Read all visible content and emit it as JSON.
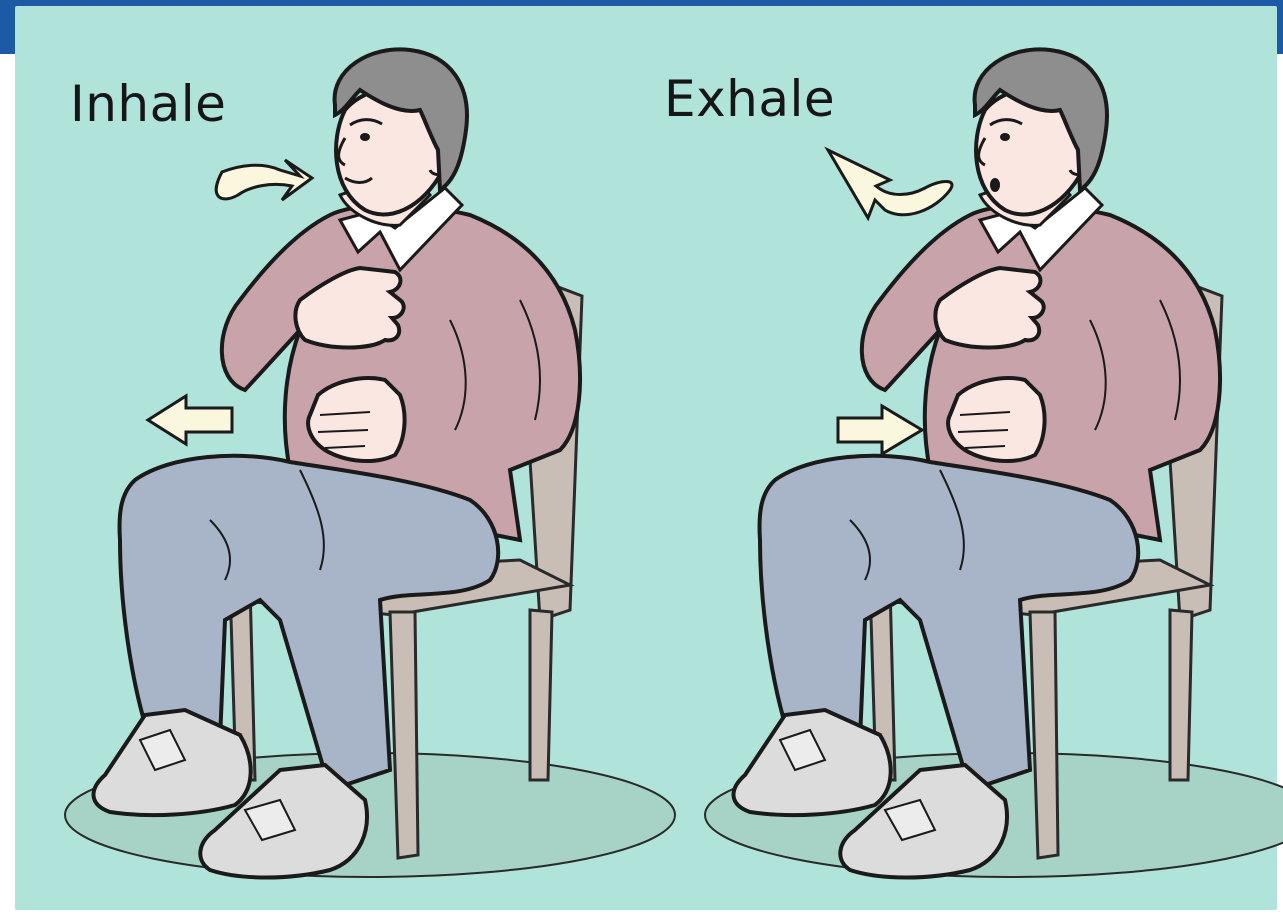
{
  "labels": {
    "inhale": "Inhale",
    "exhale": "Exhale"
  },
  "colors": {
    "background": "#b0e3d9",
    "top_bar": "#1c5aa6",
    "sweater": "#c9a3aa",
    "pants": "#a8b5c8",
    "skin": "#fbe7e2",
    "hair": "#8e8e8e",
    "chair": "#c8beb6",
    "shoes": "#dcdcdc",
    "floor_shadow": "#a7d3c6",
    "arrow_fill": "#fbf7de"
  },
  "figures": [
    {
      "phase": "inhale",
      "breath_arrow": "curved-arrow-toward-mouth",
      "belly_arrow": "arrow-pointing-out",
      "mouth": "closed"
    },
    {
      "phase": "exhale",
      "breath_arrow": "curved-arrow-away-from-mouth",
      "belly_arrow": "arrow-pointing-in",
      "mouth": "open"
    }
  ]
}
